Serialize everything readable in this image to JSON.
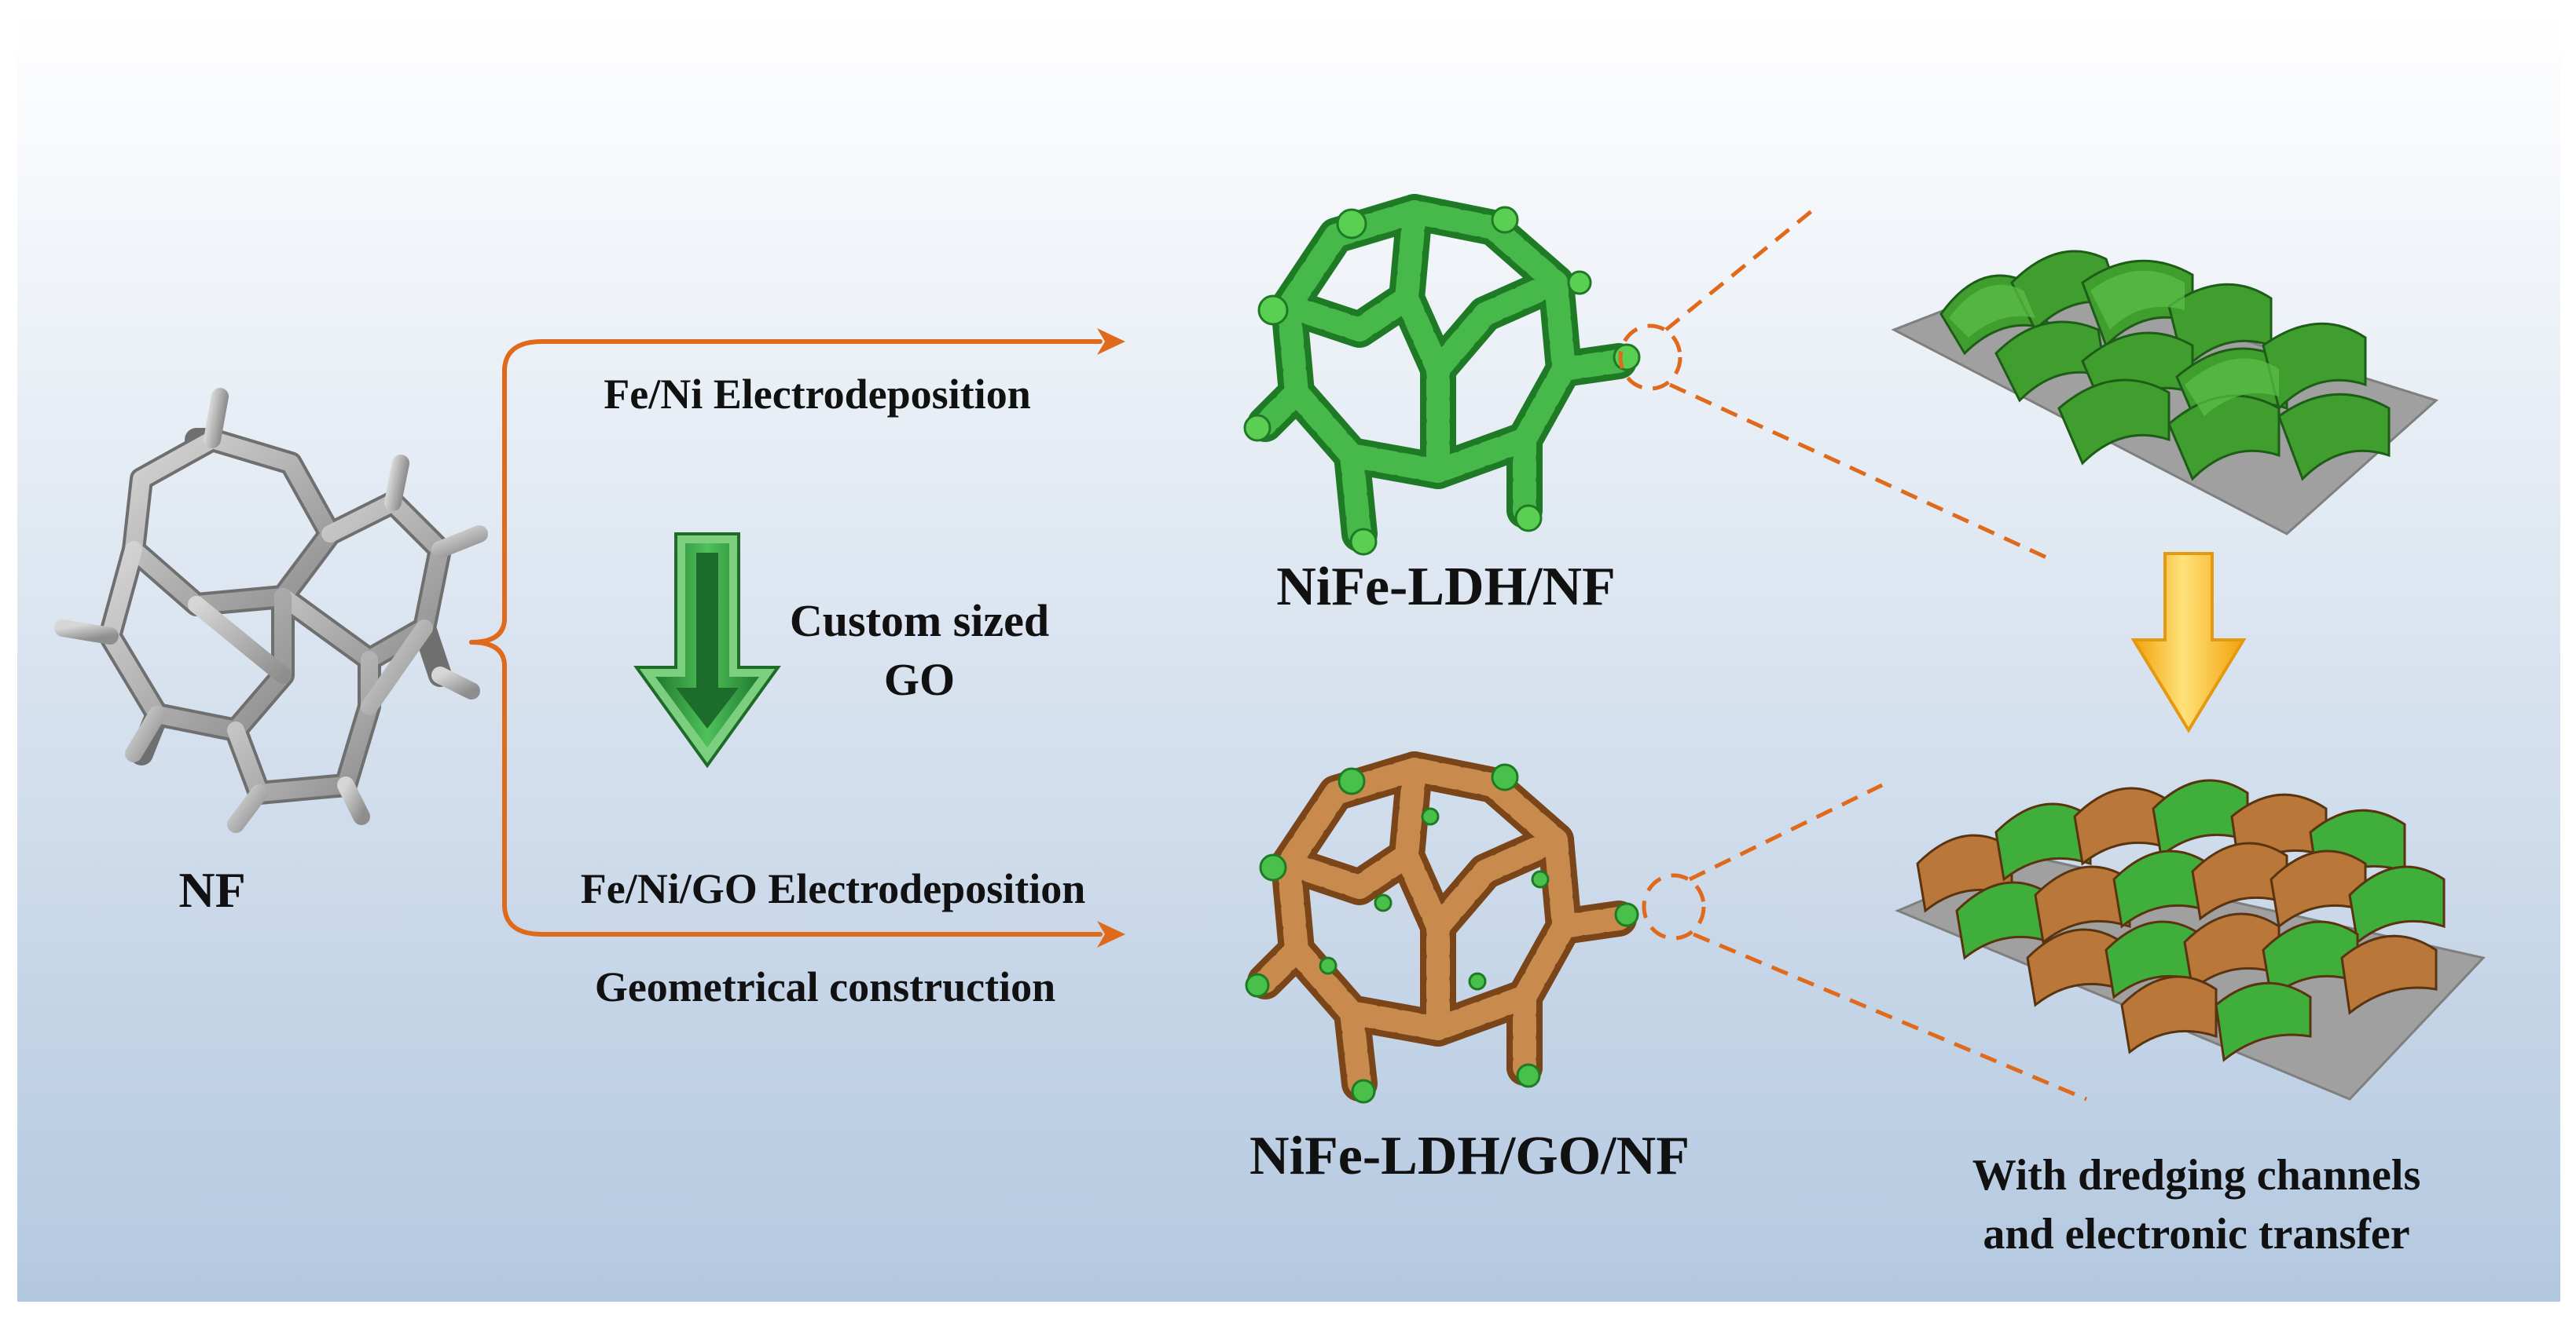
{
  "labels": {
    "nf": "NF",
    "route_top": "Fe/Ni Electrodeposition",
    "go_step_line1": "Custom sized",
    "go_step_line2": "GO",
    "route_bottom": "Fe/Ni/GO Electrodeposition",
    "route_bottom_note": "Geometrical construction",
    "product_top": "NiFe-LDH/NF",
    "product_bottom": "NiFe-LDH/GO/NF",
    "result_line1": "With dredging channels",
    "result_line2": "and electronic transfer"
  },
  "colors": {
    "connector": "#E06A1B",
    "foam_grey": "#A9A9A9",
    "ldh_green": "#3FAE3A",
    "go_brown": "#B9773A",
    "go_arrow": "#2E9A44",
    "yellow_arrow": "#F6B21C",
    "substrate": "#9A9A9A",
    "bg_top": "#FFFFFF",
    "bg_bottom": "#B6CBE2"
  },
  "icons": {
    "nf": "nickel-foam-3d",
    "ldh_nf": "nife-ldh-foam-3d",
    "ldh_go_nf": "nife-ldh-go-foam-3d",
    "sheets_flat": "ldh-sheets-on-substrate",
    "sheets_mixed": "ldh-go-sheets-on-substrate",
    "down_green": "green-down-arrow",
    "down_yellow": "yellow-down-arrow"
  }
}
